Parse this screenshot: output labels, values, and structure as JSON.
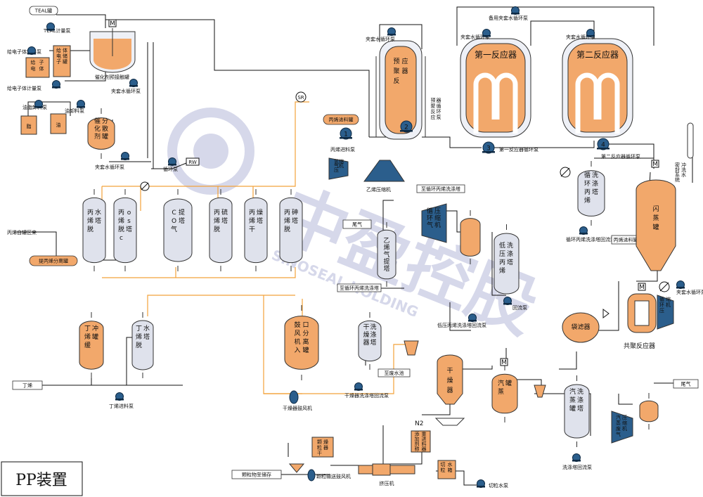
{
  "colors": {
    "vessel_orange": "#f2a86b",
    "vessel_gray": "#dfe2ec",
    "pump_blue": "#2b5e8c",
    "pipe": "#111111",
    "pipe_yellow": "#f2a23a",
    "watermark": "#8a8fc2",
    "label_box": "#ffffff"
  },
  "title": "PP装置",
  "watermark": {
    "main": "中盈控股",
    "sub": "SINOSEAL HOLDING"
  },
  "icons": {
    "sr": "SR",
    "rw": "RW",
    "n2": "N2",
    "motor": "M"
  },
  "labels": {
    "teal_tank": "TEAL罐",
    "teal_pump": "TEAL计量泵",
    "donor_pump_a": "给电子体卸料泵",
    "donor_tank": "给电子体",
    "donor_vessel": "给电子体储罐",
    "donor_meter_pump": "给电子体计量泵",
    "catalyst_prep": "催化剂预接触罐",
    "jacket_pump_a": "夹套水循环泵",
    "grease_pump": "油脂卸料泵",
    "oil_pump": "油卸料泵",
    "grease": "脂",
    "oil": "油",
    "catalyst_dispersion": "催化剂分散罐",
    "jacket_pump_b": "夹套水循环泵",
    "recycle_pump": "循环泵",
    "propylene_feed_pump": "丙烯进料泵",
    "propylene_feed_tank": "丙烯进料罐",
    "prepoly_loop": "预聚反应器",
    "prepoly_circ_pump": "预聚反应器循环泵",
    "jacket_pump_c": "夹套水循环泵",
    "jacket_pump_d": "夹套水循环泵",
    "jacket_pump_e": "夹套水循环泵",
    "standby_jacket_pump": "备用夹套水循环泵",
    "first_reactor": "第一反应器",
    "second_reactor": "第二反应器",
    "first_circ_pump": "第一反应器循环泵",
    "second_circ_pump": "第二反应器循环泵",
    "hydrogen_compressor": "氢气压缩机",
    "ethylene_compressor": "乙烯压缩机",
    "cycle_propylene_wash": "循环丙烯洗涤塔",
    "seal_flush": "密封系统冲洗水",
    "flash_tank": "闪蒸罐",
    "cycle_wash_reflux_pump": "循环丙烯洗涤塔回流泵",
    "propylene_feed_tank2": "丙烯进料罐",
    "propylene_boundary": "丙烯自罐区来",
    "propylene_dewater": "丙烯脱水塔",
    "propylene_decos": "丙烯脱cos塔",
    "co_stripper": "CO气提塔",
    "propylene_desulfur": "丙烯脱硫塔",
    "propylene_dryer": "丙烯干燥塔",
    "propylene_dearsenic": "丙烯脱砷塔",
    "propylene_cleaner": "提丙烯分离罐",
    "to_cycle_compressor": "至循环丙烯洗涤塔",
    "tail_gas_a": "尾气",
    "ethylene_stripper": "乙烯气提塔",
    "cycle_gas_compressor": "循环气压缩机",
    "from_cycle_wash": "至循环丙烯洗涤塔",
    "lp_propylene_wash": "低压丙烯洗涤塔",
    "reflux_pump": "回流泵",
    "lp_wash_reflux_pump": "低压丙烯洗涤塔回流泵",
    "bag_filter": "袋滤器",
    "copolymer_reactor": "共聚反应器",
    "cycle_compressor_b": "循环压缩机",
    "jacket_pump_f": "夹套水循环泵",
    "butene_buffer": "丁烯缓冲罐",
    "butene_dewater": "丁烯脱水塔",
    "butene": "丁烯",
    "butene_feed_pump": "丁烯进料泵",
    "blower_separator": "鼓风机入口分离罐",
    "dryer_wash": "干燥器洗涤塔",
    "to_waste_pool": "至废水池",
    "dryer_reflux_pump": "干燥器洗涤塔回流泵",
    "dryer_blower": "干燥器鼓风机",
    "dryer": "干燥器",
    "steamer": "汽蒸罐",
    "steamer_wash": "汽蒸罐洗涤塔",
    "wash_reflux_pump": "洗涤塔回流泵",
    "vapor_compressor": "汽蒸废气压缩机",
    "tail_gas_b": "尾气",
    "pellet_dryer": "颗粒干燥器",
    "pellet_storage": "颗粒物至储存",
    "pellet_blower": "颗粒输送鼓风机",
    "extruder": "挤压机",
    "additive_feeder": "添加剂称重进料器",
    "cutting_water_tank": "切粒水箱",
    "cutting_water_pump": "切粒水泵"
  },
  "pump_numbers": [
    "1",
    "2",
    "3",
    "4"
  ]
}
